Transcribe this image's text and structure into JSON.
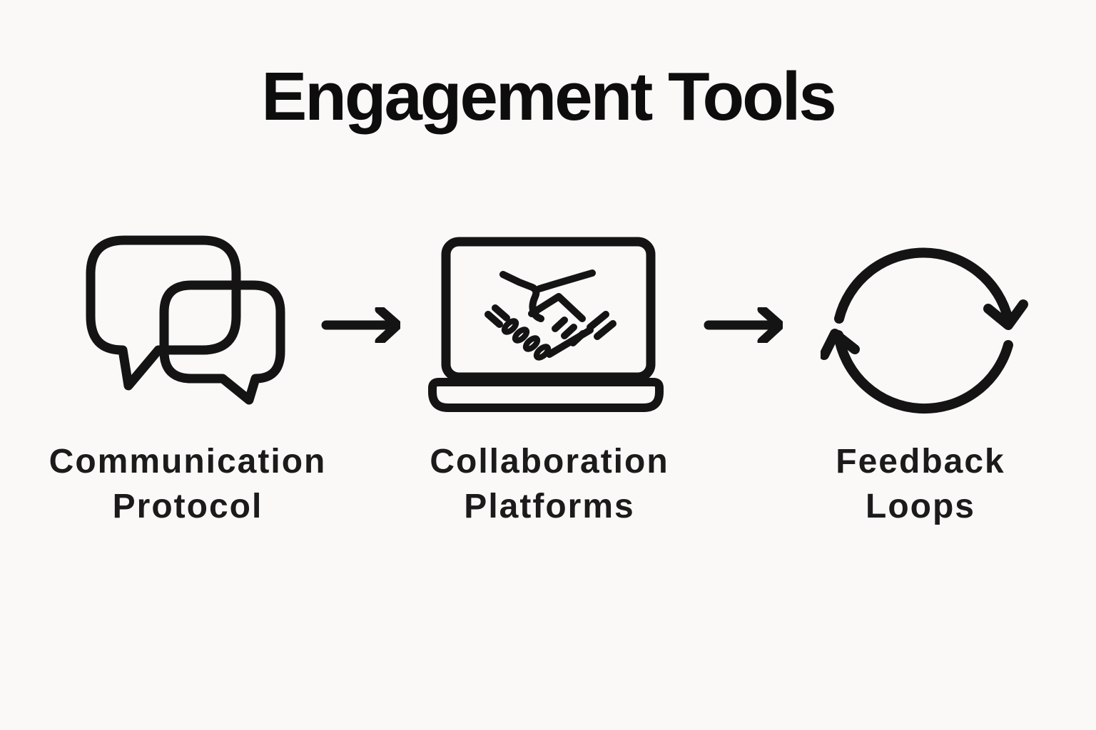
{
  "page": {
    "background_color": "#faf9f7",
    "ink_color": "#141414"
  },
  "title": "Engagement Tools",
  "flow": {
    "items": [
      {
        "id": "communication-protocol",
        "icon": "chat-bubbles-icon",
        "label": "Communication Protocol",
        "label_lines": [
          "Communication",
          "Protocol"
        ]
      },
      {
        "id": "collaboration-platforms",
        "icon": "laptop-handshake-icon",
        "label": "Collaboration Platforms",
        "label_lines": [
          "Collaboration",
          "Platforms"
        ]
      },
      {
        "id": "feedback-loops",
        "icon": "cycle-arrows-icon",
        "label": "Feedback Loops",
        "label_lines": [
          "Feedback",
          "Loops"
        ]
      }
    ],
    "connectors": [
      {
        "id": "arrow-1",
        "icon": "right-arrow-icon"
      },
      {
        "id": "arrow-2",
        "icon": "right-arrow-icon"
      }
    ]
  },
  "colors": {
    "bubble_back_fill": "#e3e3e3",
    "bubble_front_fill": "#fbfaf8",
    "laptop_fill": "#fbfaf8"
  }
}
